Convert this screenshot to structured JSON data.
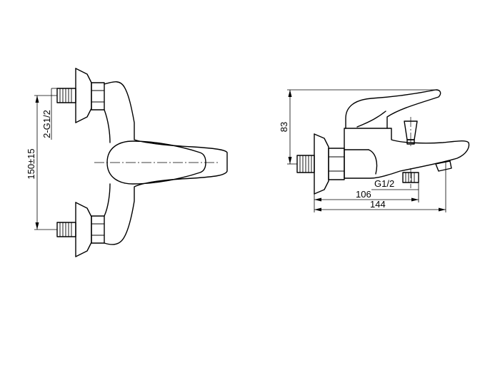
{
  "front_view": {
    "label_inlet": "2-G1/2",
    "label_centers": "150±15"
  },
  "side_view": {
    "label_height": "83",
    "label_outlet": "G1/2",
    "label_depth_1": "106",
    "label_depth_2": "144"
  }
}
